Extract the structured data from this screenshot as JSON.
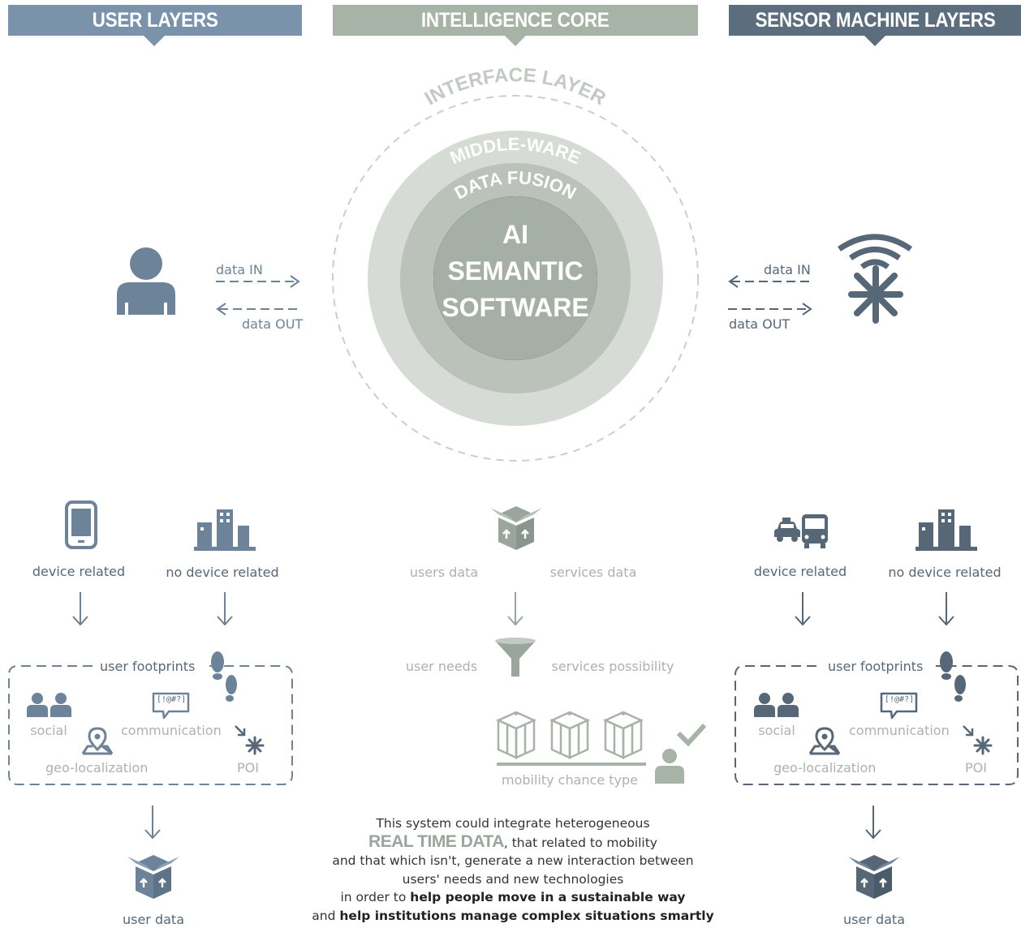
{
  "headers": {
    "user_layers": "USER LAYERS",
    "intelligence_core": "INTELLIGENCE CORE",
    "sensor_layers": "SENSOR MACHINE LAYERS"
  },
  "core": {
    "interface": "INTERFACE LAYER",
    "middleware": "MIDDLE-WARE",
    "data_fusion": "DATA FUSION",
    "center_line1": "AI",
    "center_line2": "SEMANTIC",
    "center_line3": "SOFTWARE"
  },
  "left_flow": {
    "data_in": "data IN",
    "data_out": "data OUT"
  },
  "right_flow": {
    "data_in": "data IN",
    "data_out": "data OUT"
  },
  "left_column": {
    "device_related": "device related",
    "no_device_related": "no device related",
    "footprints_title": "user footprints",
    "social": "social",
    "communication": "communication",
    "communication_bubble": "[!@#?]",
    "geo": "geo-localization",
    "poi": "POI",
    "user_data": "user data"
  },
  "center_column": {
    "users_data": "users data",
    "services_data": "services data",
    "user_needs": "user needs",
    "services_possibility": "services possibility",
    "mobility_chance_type": "mobility chance type"
  },
  "right_column": {
    "device_related": "device related",
    "no_device_related": "no device related",
    "footprints_title": "user footprints",
    "social": "social",
    "communication": "communication",
    "communication_bubble": "[!@#?]",
    "geo": "geo-localization",
    "poi": "POI",
    "user_data": "user data"
  },
  "description": {
    "line1": "This system could integrate heterogeneous",
    "real_time": "REAL TIME DATA",
    "line2_rest": ", that related to mobility",
    "line3": "and that which isn't, generate a new interaction between",
    "line4": "users' needs and new technologies",
    "line5_pre": "in order to ",
    "line5_bold": "help people move in a sustainable way",
    "line6_pre": "and ",
    "line6_bold": "help institutions manage complex situations smartly"
  },
  "colors": {
    "user_blue": "#7a93aa",
    "core_green": "#a8b3a8",
    "sensor_slate": "#5c6e7d",
    "icon_blue": "#6d8399",
    "icon_grey": "#9aa69d"
  }
}
